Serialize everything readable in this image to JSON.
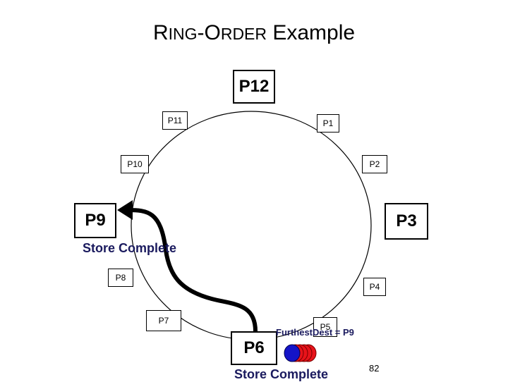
{
  "title_parts": [
    "R",
    "ING",
    "-O",
    "RDER",
    " Example"
  ],
  "nodes": {
    "p12": "P12",
    "p11": "P11",
    "p1": "P1",
    "p10": "P10",
    "p2": "P2",
    "p9": "P9",
    "p3": "P3",
    "p8": "P8",
    "p4": "P4",
    "p7": "P7",
    "p5": "P5",
    "p6": "P6"
  },
  "labels": {
    "store_complete_p9": "Store Complete",
    "store_complete_p6": "Store Complete",
    "furthest_dest": "FurthestDest = P9"
  },
  "page_number": "82",
  "colors": {
    "token_red": "#e8131a",
    "token_blue": "#1414c8",
    "text_blue": "#1a1a5e"
  }
}
